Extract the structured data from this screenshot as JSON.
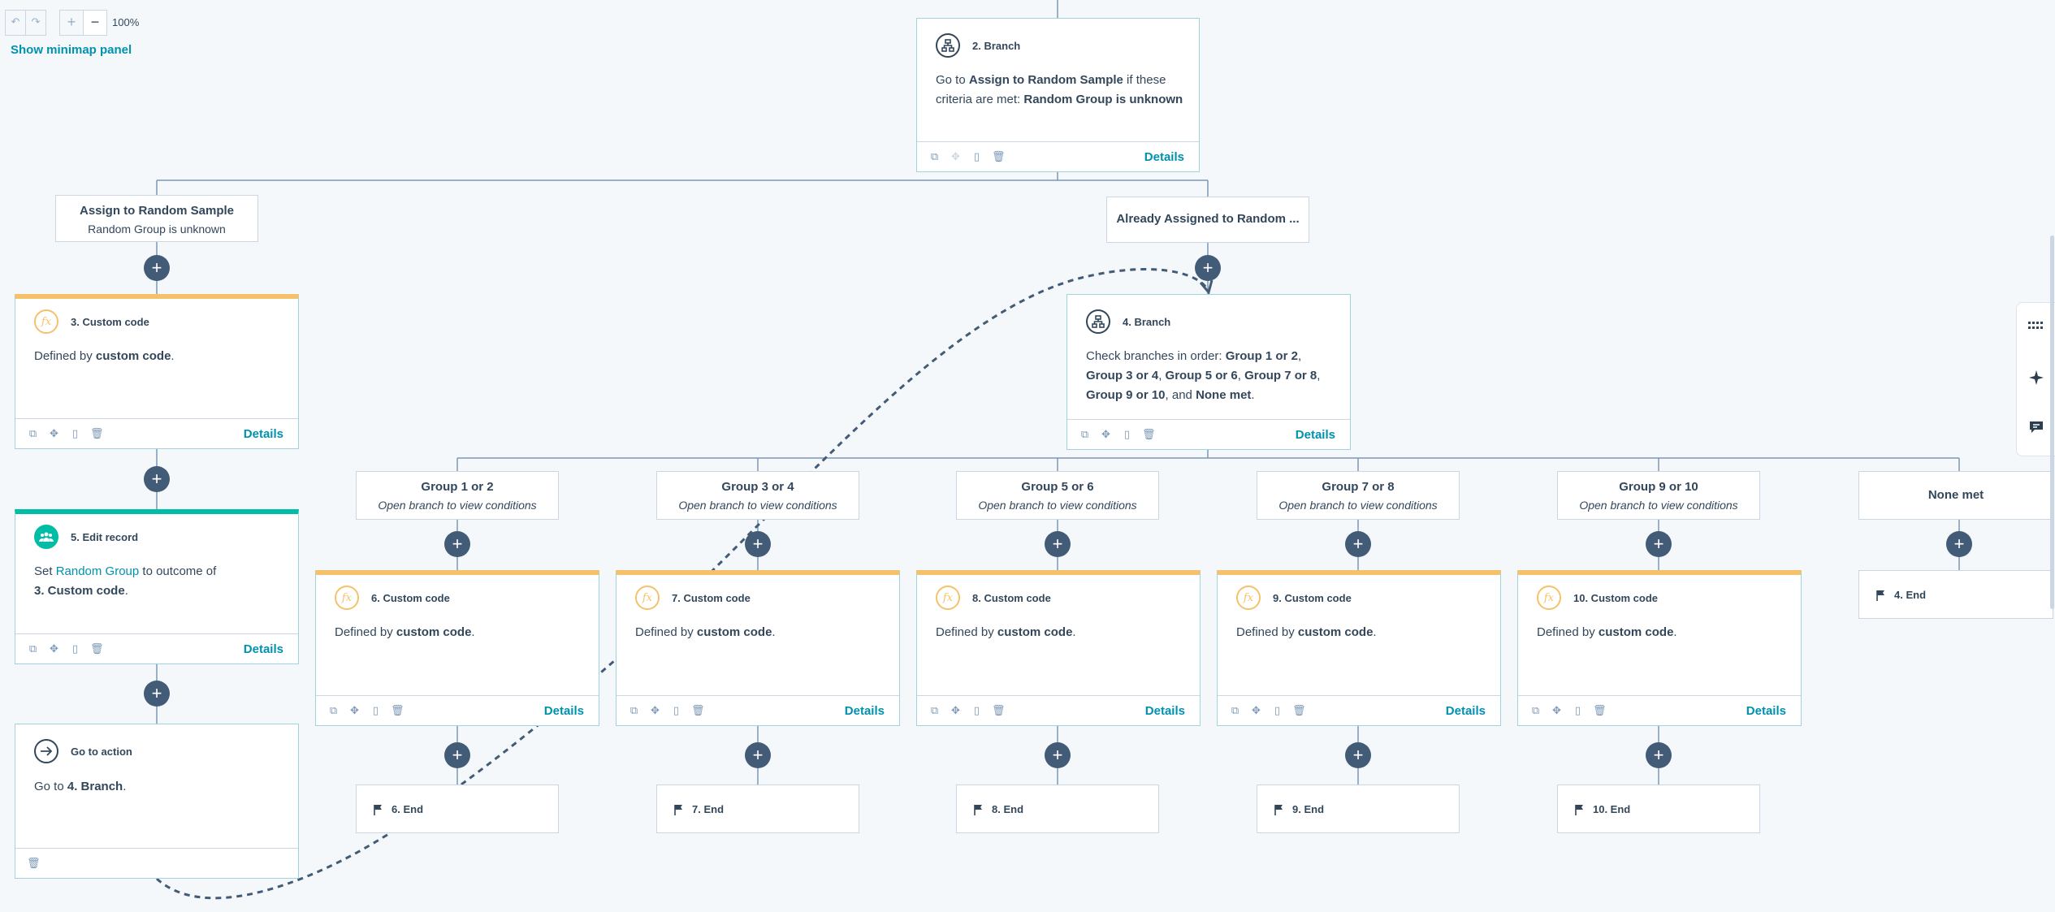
{
  "toolbar": {
    "undo_icon": "undo-icon",
    "redo_icon": "redo-icon",
    "zoom_in": "+",
    "zoom_out": "−",
    "zoom_level": "100%",
    "minimap_link": "Show minimap panel"
  },
  "nodes": {
    "branch2": {
      "title": "2. Branch",
      "t1": "Go to ",
      "b1": "Assign to Random Sample",
      "t2": " if these",
      "t3": "criteria are met: ",
      "b2": "Random Group is unknown",
      "details": "Details"
    },
    "branch4": {
      "title": "4. Branch",
      "t1": "Check branches in order: ",
      "b1": "Group 1 or 2",
      "t2": ",",
      "b2": "Group 3 or 4",
      "t3": ", ",
      "b3": "Group 5 or 6",
      "t4": ", ",
      "b4": "Group 7 or 8",
      "t5": ",",
      "b5": "Group 9 or 10",
      "t6": ", and ",
      "b6": "None met",
      "t7": ".",
      "details": "Details"
    },
    "custom3": {
      "title": "3. Custom code",
      "text": "Defined by ",
      "bold": "custom code",
      "end": ".",
      "details": "Details"
    },
    "edit5": {
      "title": "5. Edit record",
      "t1": "Set ",
      "link": "Random Group",
      "t2": " to outcome of",
      "bold": "3. Custom code",
      "end": ".",
      "details": "Details"
    },
    "goto": {
      "title": "Go to action",
      "t1": "Go to ",
      "bold": "4. Branch",
      "end": "."
    },
    "custom6": {
      "title": "6. Custom code",
      "text": "Defined by ",
      "bold": "custom code",
      "end": ".",
      "details": "Details"
    },
    "custom7": {
      "title": "7. Custom code",
      "text": "Defined by ",
      "bold": "custom code",
      "end": ".",
      "details": "Details"
    },
    "custom8": {
      "title": "8. Custom code",
      "text": "Defined by ",
      "bold": "custom code",
      "end": ".",
      "details": "Details"
    },
    "custom9": {
      "title": "9. Custom code",
      "text": "Defined by ",
      "bold": "custom code",
      "end": ".",
      "details": "Details"
    },
    "custom10": {
      "title": "10. Custom code",
      "text": "Defined by ",
      "bold": "custom code",
      "end": ".",
      "details": "Details"
    }
  },
  "branches": {
    "assign": {
      "title": "Assign to Random Sample",
      "sub": "Random Group is unknown"
    },
    "already": {
      "title": "Already Assigned to Random ..."
    },
    "g12": {
      "title": "Group 1 or 2",
      "sub": "Open branch to view conditions"
    },
    "g34": {
      "title": "Group 3 or 4",
      "sub": "Open branch to view conditions"
    },
    "g56": {
      "title": "Group 5 or 6",
      "sub": "Open branch to view conditions"
    },
    "g78": {
      "title": "Group 7 or 8",
      "sub": "Open branch to view conditions"
    },
    "g910": {
      "title": "Group 9 or 10",
      "sub": "Open branch to view conditions"
    },
    "none": {
      "title": "None met"
    }
  },
  "ends": {
    "e4": "4. End",
    "e6": "6. End",
    "e7": "7. End",
    "e8": "8. End",
    "e9": "9. End",
    "e10": "10. End"
  },
  "plus_label": "+",
  "side_icons": [
    "grid-icon",
    "sparkle-icon",
    "comment-icon"
  ],
  "colors": {
    "accent": "#0091ae",
    "custom_code": "#f5c26b",
    "edit_record": "#00bda5",
    "plus": "#425b76",
    "line": "#7c98b6"
  }
}
